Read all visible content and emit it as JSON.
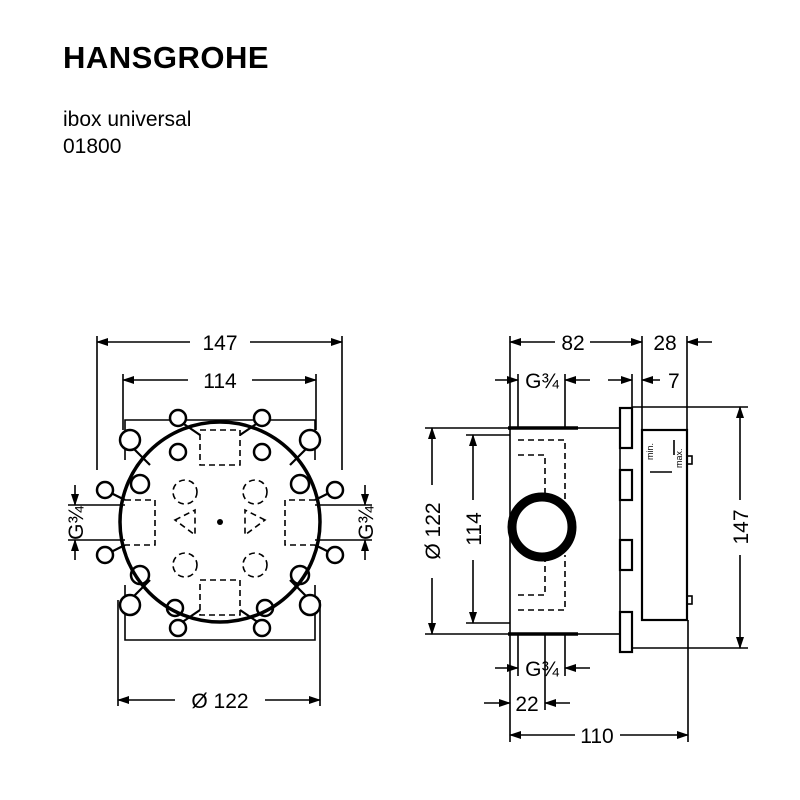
{
  "header": {
    "brand": "HANSGROHE",
    "product_name": "ibox universal",
    "product_number": "01800"
  },
  "front_view": {
    "dim_overall_width": "147",
    "dim_inner_width": "114",
    "dim_left_connection": "G¾",
    "dim_right_connection": "G¾",
    "dim_diameter": "Ø 122"
  },
  "side_view": {
    "dim_body_depth": "82",
    "dim_plate_depth": "28",
    "dim_top_connection": "G¾",
    "dim_offset": "7",
    "dim_diameter": "Ø 122",
    "dim_inner_height": "114",
    "dim_overall_height": "147",
    "dim_bottom_connection": "G¾",
    "dim_connection_offset": "22",
    "dim_total_depth": "110",
    "label_min": "min.",
    "label_max": "max."
  }
}
